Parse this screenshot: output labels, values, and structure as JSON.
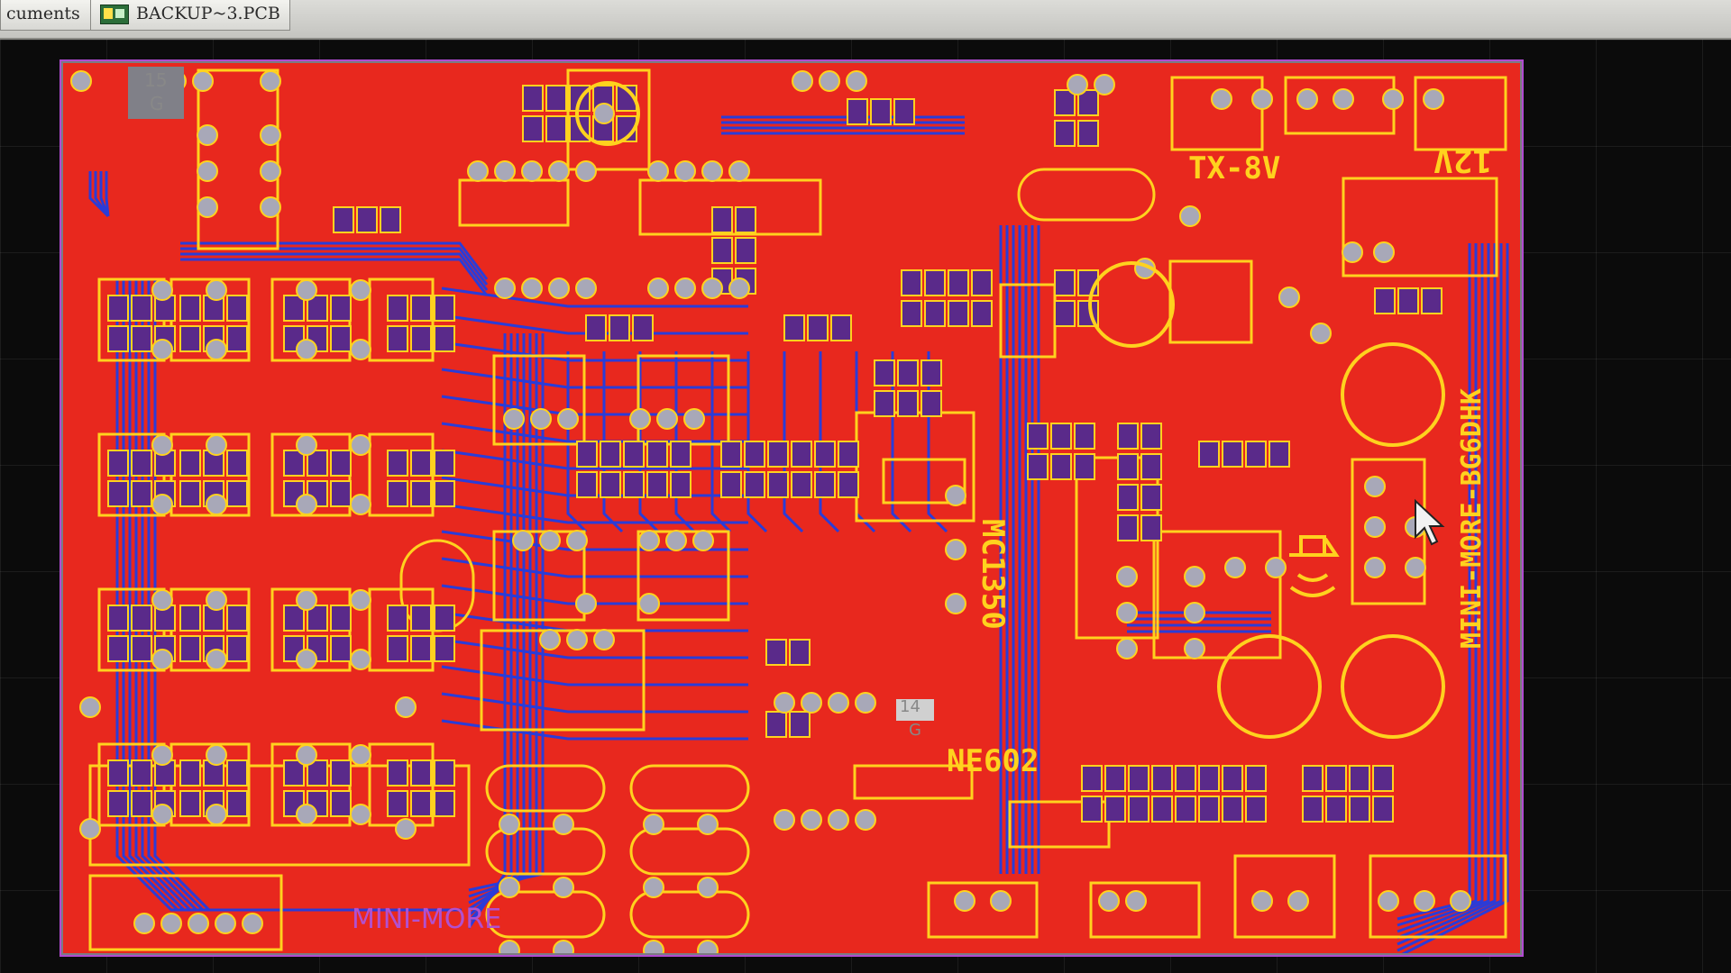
{
  "window": {
    "tabs": [
      {
        "label": "cuments",
        "active": false
      },
      {
        "label": "BACKUP~3.PCB",
        "active": true
      }
    ]
  },
  "pcb": {
    "colors": {
      "board": "#e8281e",
      "silkscreen": "#ffd21e",
      "bottom_trace": "#2a3cd8",
      "pad": "#a8a8b8",
      "smd_pad": "#5a2a8a",
      "outline": "#b04ad0"
    },
    "labels": {
      "pad15": "15",
      "pad15_g": "G",
      "pad14": "14",
      "pad14_g": "G",
      "tx_8v": "TX-8V",
      "v12": "12V",
      "mc1350": "MC1350",
      "ne602": "NE602",
      "mini_more_bg6dhk": "MINI-MORE-BG6DHK",
      "mini_more": "MINI-MORE"
    }
  }
}
